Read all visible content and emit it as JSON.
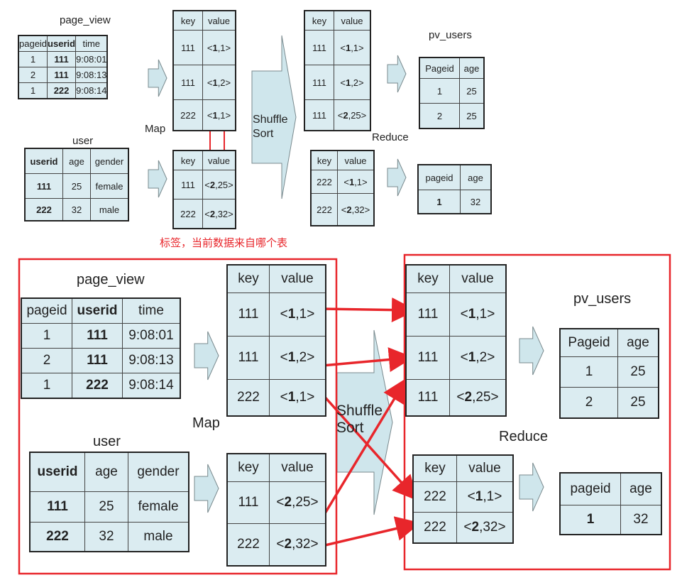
{
  "annotation": "标签，当前数据来自哪个表",
  "labels": {
    "page_view": "page_view",
    "user": "user",
    "pv_users": "pv_users",
    "map": "Map",
    "reduce": "Reduce",
    "shuffle_line1": "Shuffle",
    "shuffle_line2": "Sort"
  },
  "page_view": {
    "headers": [
      "pageid",
      "userid",
      "time"
    ],
    "rows": [
      [
        "1",
        "111",
        "9:08:01"
      ],
      [
        "2",
        "111",
        "9:08:13"
      ],
      [
        "1",
        "222",
        "9:08:14"
      ]
    ]
  },
  "user": {
    "headers": [
      "userid",
      "age",
      "gender"
    ],
    "rows": [
      [
        "111",
        "25",
        "female"
      ],
      [
        "222",
        "32",
        "male"
      ]
    ]
  },
  "map_out_1": {
    "headers": [
      "key",
      "value"
    ],
    "rows": [
      [
        "111",
        "<1,1>"
      ],
      [
        "111",
        "<1,2>"
      ],
      [
        "222",
        "<1,1>"
      ]
    ]
  },
  "map_out_2": {
    "headers": [
      "key",
      "value"
    ],
    "rows": [
      [
        "111",
        "<2,25>"
      ],
      [
        "222",
        "<2,32>"
      ]
    ]
  },
  "reduce_in_1": {
    "headers": [
      "key",
      "value"
    ],
    "rows": [
      [
        "111",
        "<1,1>"
      ],
      [
        "111",
        "<1,2>"
      ],
      [
        "111",
        "<2,25>"
      ]
    ]
  },
  "reduce_in_2": {
    "headers": [
      "key",
      "value"
    ],
    "rows": [
      [
        "222",
        "<1,1>"
      ],
      [
        "222",
        "<2,32>"
      ]
    ]
  },
  "pv_users_1": {
    "headers": [
      "Pageid",
      "age"
    ],
    "rows": [
      [
        "1",
        "25"
      ],
      [
        "2",
        "25"
      ]
    ]
  },
  "pv_users_2": {
    "headers": [
      "pageid",
      "age"
    ],
    "rows": [
      [
        "1",
        "32"
      ]
    ]
  },
  "colors": {
    "table_fill": "#dbecf1",
    "arrow_fill": "#cfe6ec",
    "highlight_red": "#e8262b"
  }
}
